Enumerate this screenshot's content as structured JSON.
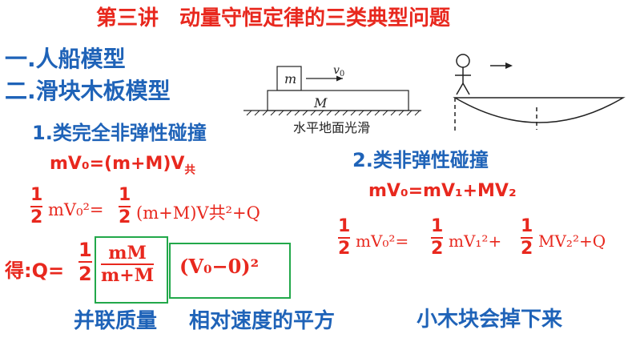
{
  "title": "第三讲　动量守恒定律的三类典型问题",
  "section1": "一.人船模型",
  "section2": "二.滑块木板模型",
  "case1": {
    "heading": "1.类完全非弹性碰撞",
    "momentum": "mV₀=(m+M)V",
    "momentum_sub": "共",
    "energy_half_l": {
      "num": "1",
      "den": "2"
    },
    "energy_left": "mV₀²=",
    "energy_half_r": {
      "num": "1",
      "den": "2"
    },
    "energy_right": "(m+M)V共²+Q",
    "result_label": "得:Q=",
    "result_half": {
      "num": "1",
      "den": "2"
    },
    "result_reduced": {
      "num": "mM",
      "den": "m+M"
    },
    "result_relvel": "(V₀−0)²",
    "note_reduced_mass": "并联质量",
    "note_relative_velocity": "相对速度的平方"
  },
  "case2": {
    "heading": "2.类非弹性碰撞",
    "momentum": "mV₀=mV₁+MV₂",
    "energy_half_a": {
      "num": "1",
      "den": "2"
    },
    "energy_a": "mV₀²=",
    "energy_half_b": {
      "num": "1",
      "den": "2"
    },
    "energy_b": "mV₁²+",
    "energy_half_c": {
      "num": "1",
      "den": "2"
    },
    "energy_c": "MV₂²+Q",
    "note_falls_off": "小木块会掉下来"
  },
  "diagram": {
    "small_block": "m",
    "velocity": "v",
    "velocity_sub": "0",
    "board": "M",
    "ground_caption": "水平地面光滑"
  },
  "colors": {
    "red": "#e8281e",
    "blue": "#1f63b8",
    "green": "#22a84a"
  }
}
